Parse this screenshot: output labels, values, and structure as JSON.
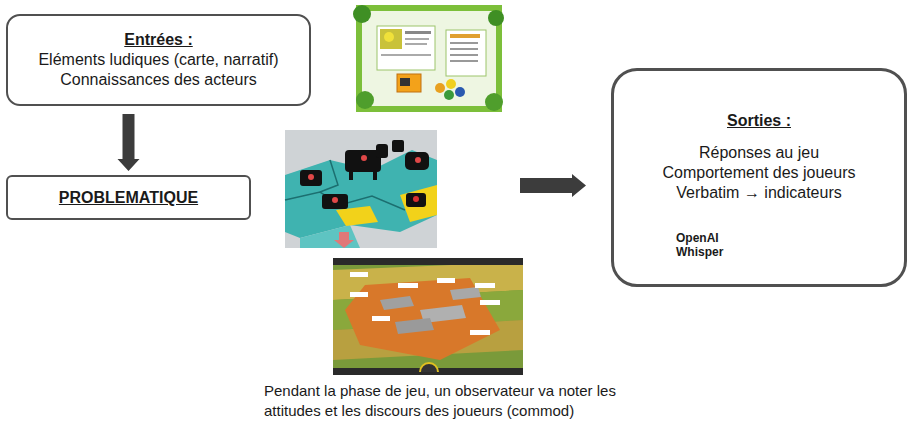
{
  "diagram": {
    "nodes": [
      {
        "text": [
          "Entrées :",
          "Eléments ludiques (carte, narratif) Connaissances des acteurs"
        ]
      },
      {
        "text": [
          "PROBLEMATIQUE"
        ]
      },
      {
        "text": [
          "Sorties :",
          "Réponses au jeu Comportement des joueurs Verbatim → indicateurs",
          "OpenAI Whisper"
        ]
      }
    ],
    "edges": [
      {
        "from": 0,
        "to": 1,
        "arrow": "to"
      }
    ],
    "labels": [
      "Pendant la phase de jeu, un observateur va noter les attitudes et les discours des joueurs (commod)"
    ]
  }
}
